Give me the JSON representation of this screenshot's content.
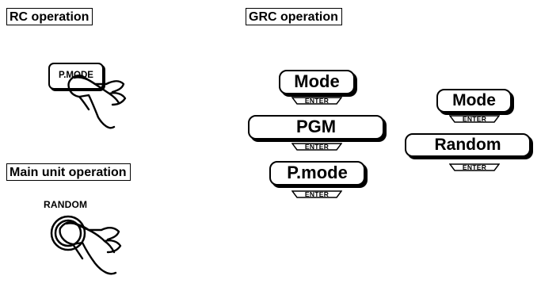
{
  "labels": {
    "rc": "RC operation",
    "grc": "GRC operation",
    "main": "Main unit operation"
  },
  "rc_button": "P.MODE",
  "main_button": "RANDOM",
  "grc_left": {
    "mode": "Mode",
    "pgm": "PGM",
    "pmode": "P.mode",
    "enter": "ENTER"
  },
  "grc_right": {
    "mode": "Mode",
    "random": "Random",
    "enter": "ENTER"
  }
}
